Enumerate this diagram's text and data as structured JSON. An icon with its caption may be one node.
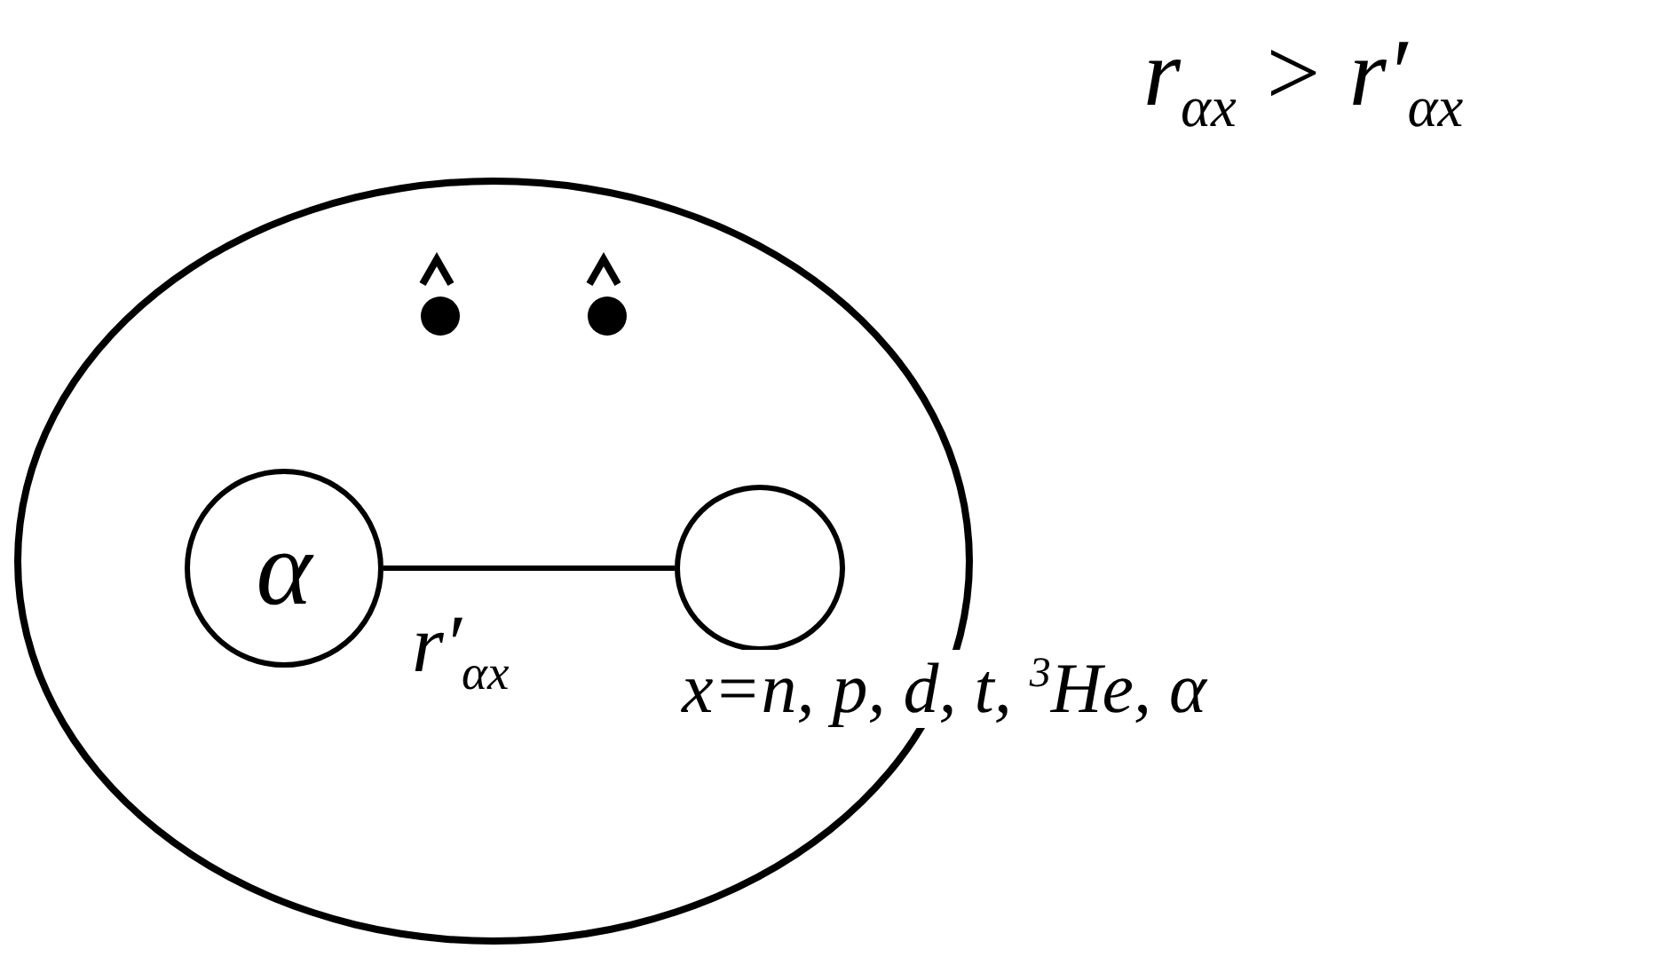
{
  "diagram": {
    "nodes": [
      {
        "text": [],
        "shape": "circle"
      },
      {
        "text": [
          "α"
        ],
        "in": 0
      },
      {
        "text": [],
        "shape": "circle",
        "in": 0
      }
    ],
    "edges": [
      {
        "from": 1,
        "to": 2,
        "arrow": "none"
      }
    ],
    "labels": [
      "r$_{αx}$ > r′$_{αx}$",
      "r′$_{αx}$",
      "x=n, p, d, t, $^{3}$He, α"
    ]
  }
}
